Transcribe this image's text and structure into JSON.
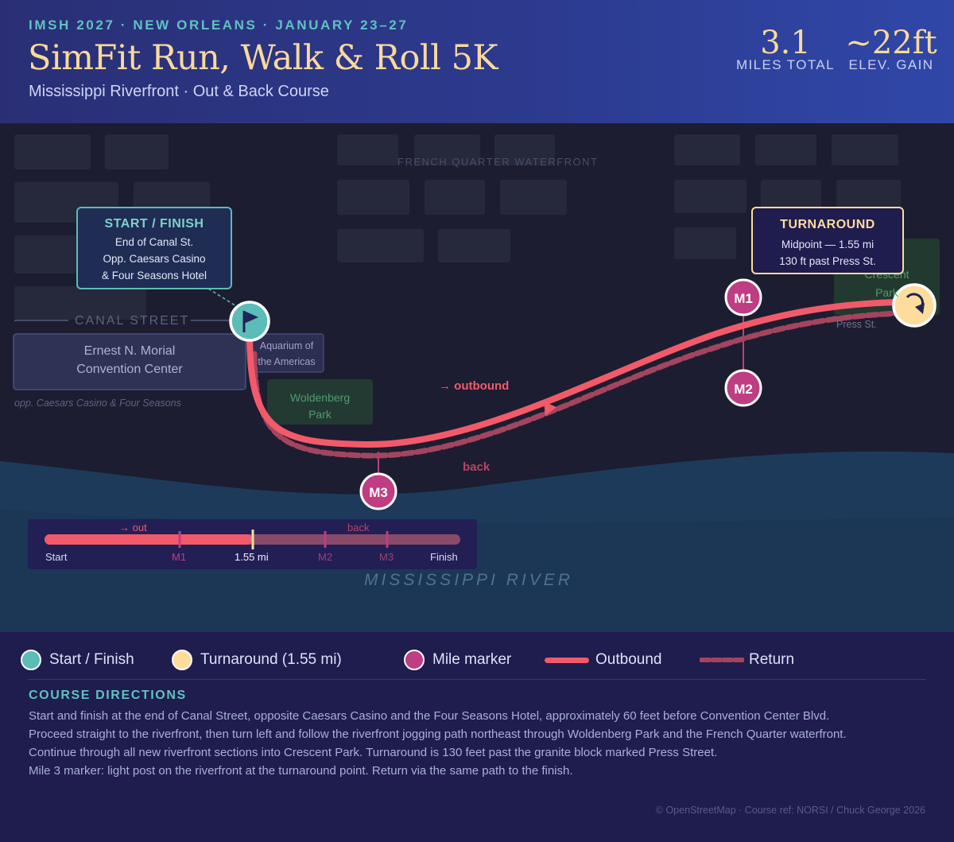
{
  "header": {
    "eyebrow": "IMSH 2027 · NEW ORLEANS · JANUARY 23–27",
    "title": "SimFit Run, Walk & Roll 5K",
    "subtitle": "Mississippi Riverfront · Out & Back Course",
    "stats": [
      {
        "value": "3.1",
        "label": "MILES TOTAL"
      },
      {
        "value": "~22ft",
        "label": "ELEV. GAIN"
      }
    ]
  },
  "map": {
    "district_label": "FRENCH QUARTER WATERFRONT",
    "street_label": "CANAL STREET",
    "river_label": "MISSISSIPPI RIVER",
    "convention_center": {
      "line1": "Ernest N. Morial",
      "line2": "Convention Center",
      "note": "opp. Caesars Casino & Four Seasons"
    },
    "aquarium": {
      "line1": "Aquarium of",
      "line2": "the Americas"
    },
    "woldenberg": {
      "line1": "Woldenberg",
      "line2": "Park"
    },
    "crescent": {
      "line1": "Crescent",
      "line2": "Park"
    },
    "press_street": "Press St.",
    "outbound_label": "→ outbound",
    "back_label": "back",
    "start_callout": {
      "title": "START / FINISH",
      "lines": [
        "End of Canal St.",
        "Opp. Caesars Casino",
        "& Four Seasons Hotel"
      ]
    },
    "turnaround_callout": {
      "title": "TURNAROUND",
      "lines": [
        "Midpoint — 1.55 mi",
        "130 ft past Press St."
      ]
    },
    "markers": [
      "M1",
      "M2",
      "M3"
    ]
  },
  "progress": {
    "out_label": "→ out",
    "back_label": "back",
    "ticks": [
      "Start",
      "M1",
      "1.55 mi",
      "M2",
      "M3",
      "Finish"
    ],
    "out_fraction": 0.5
  },
  "legend": {
    "items": [
      "Start / Finish",
      "Turnaround (1.55 mi)",
      "Mile marker",
      "Outbound",
      "Return"
    ]
  },
  "directions": {
    "title": "COURSE DIRECTIONS",
    "lines": [
      "Start and finish at the end of Canal Street, opposite Caesars Casino and the Four Seasons Hotel, approximately 60 feet before Convention Center Blvd.",
      "Proceed straight to the riverfront, then turn left and follow the riverfront jogging path northeast through Woldenberg Park and the French Quarter waterfront.",
      "Continue through all new riverfront sections into Crescent Park. Turnaround is 130 feet past the granite block marked Press Street.",
      "Mile 3 marker: light post on the riverfront at the turnaround point. Return via the same path to the finish."
    ]
  },
  "credit": "© OpenStreetMap · Course ref: NORSI / Chuck George 2026",
  "colors": {
    "outbound": "#f25a6a",
    "return": "#a3455e",
    "start": "#5bbcb8",
    "turnaround": "#fddc9c",
    "marker": "#bf3d82",
    "accent": "#5fc3bf",
    "title": "#fbd99a"
  },
  "icons": {
    "start": "flag-icon",
    "turnaround": "u-turn-arrow-icon"
  }
}
